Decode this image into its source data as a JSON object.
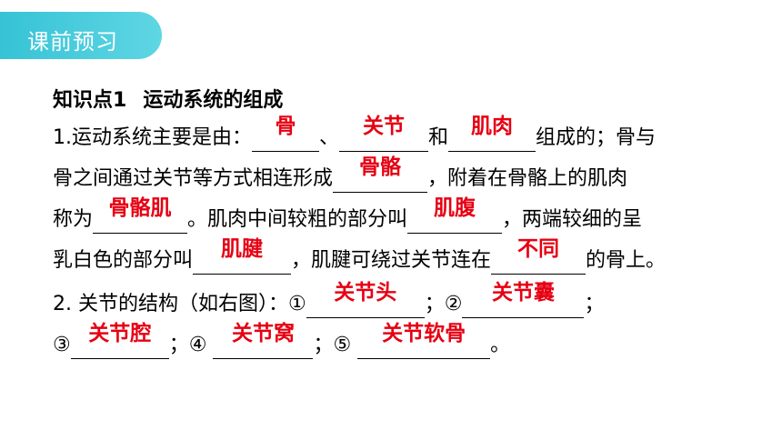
{
  "banner": {
    "label": "课前预习"
  },
  "section": {
    "number": "知识点1",
    "title": "运动系统的组成"
  },
  "q1": {
    "l1_prefix": "1.运动系统主要是由：",
    "l1_sep1": "、",
    "l1_sep2": "和",
    "l1_suffix": "组成的；骨与",
    "l2_prefix": "骨之间通过关节等方式相连形成",
    "l2_suffix": "，附着在骨骼上的肌肉",
    "l3_prefix": "称为",
    "l3_mid": "。肌肉中间较粗的部分叫",
    "l3_suffix": "，两端较细的呈",
    "l4_prefix": "乳白色的部分叫",
    "l4_mid": "，肌腱可绕过关节连在",
    "l4_suffix": "的骨上。",
    "answers": [
      "骨",
      "关节",
      "肌肉",
      "骨骼",
      "骨骼肌",
      "肌腹",
      "肌腱",
      "不同"
    ]
  },
  "q2": {
    "l5_prefix": "2.  关节的结构（如右图）：①",
    "l5_sep": "；②",
    "l5_suffix": "；",
    "l6_prefix": "③",
    "l6_sep1": "；④ ",
    "l6_sep2": "；⑤ ",
    "l6_suffix": "。",
    "answers": [
      "关节头",
      "关节囊",
      "关节腔",
      "关节窝",
      "关节软骨"
    ]
  }
}
